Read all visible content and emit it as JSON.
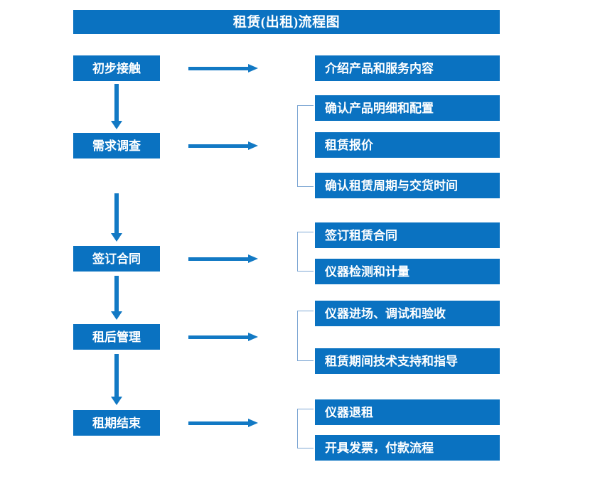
{
  "title": {
    "text": "租赁(出租)流程图"
  },
  "colors": {
    "box_blue": "#0a72c1",
    "arrow_blue": "#1279c4",
    "bracket_blue": "#7fa8d4",
    "text_white": "#ffffff",
    "background": "#ffffff"
  },
  "stages": [
    {
      "label": "初步接触"
    },
    {
      "label": "需求调查"
    },
    {
      "label": "签订合同"
    },
    {
      "label": "租后管理"
    },
    {
      "label": "租期结束"
    }
  ],
  "details": [
    {
      "label": "介绍产品和服务内容"
    },
    {
      "label": "确认产品明细和配置"
    },
    {
      "label": "租赁报价"
    },
    {
      "label": "确认租赁周期与交货时间"
    },
    {
      "label": "签订租赁合同"
    },
    {
      "label": "仪器检测和计量"
    },
    {
      "label": "仪器进场、调试和验收"
    },
    {
      "label": "租赁期间技术支持和指导"
    },
    {
      "label": "仪器退租"
    },
    {
      "label": "开具发票，付款流程"
    }
  ],
  "flow": {
    "stage_to_detail_arrows": 5,
    "stage_to_stage_arrows": 4,
    "group_brackets": 4
  }
}
